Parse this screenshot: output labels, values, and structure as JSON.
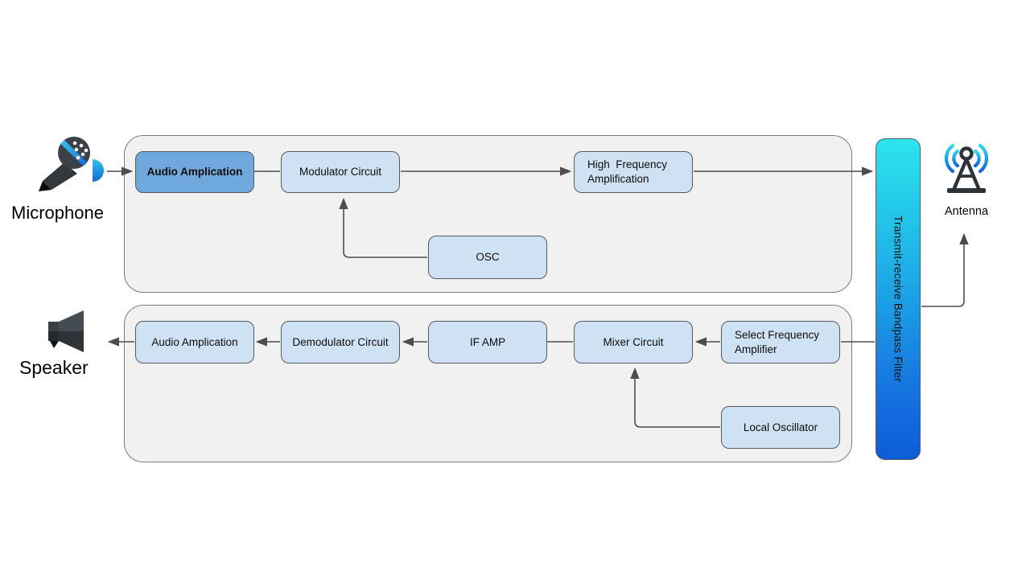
{
  "labels": {
    "microphone": "Microphone",
    "speaker": "Speaker",
    "antenna": "Antenna"
  },
  "bandpass_filter": {
    "label": "Transmit-receive Bandpass Filter"
  },
  "transmit_chain": {
    "audio_amplification": "Audio Amplication",
    "modulator": "Modulator Circuit",
    "high_frequency": "High  Frequency\nAmplification",
    "oscillator": "OSC"
  },
  "receive_chain": {
    "audio_amplification": "Audio Amplication",
    "demodulator": "Demodulator Circuit",
    "if_amplifier": "IF AMP",
    "mixer": "Mixer Circuit",
    "select_frequency": "Select Frequency\nAmplifier",
    "local_oscillator": "Local Oscillator"
  },
  "colors": {
    "accent_box": "#6fa8dc",
    "light_box": "#cfe2f3",
    "container_fill": "#f1f1f1",
    "bar_gradient_top": "#2ce4ec",
    "bar_gradient_bottom": "#0c5cd8",
    "connector": "#4d4d4d"
  }
}
